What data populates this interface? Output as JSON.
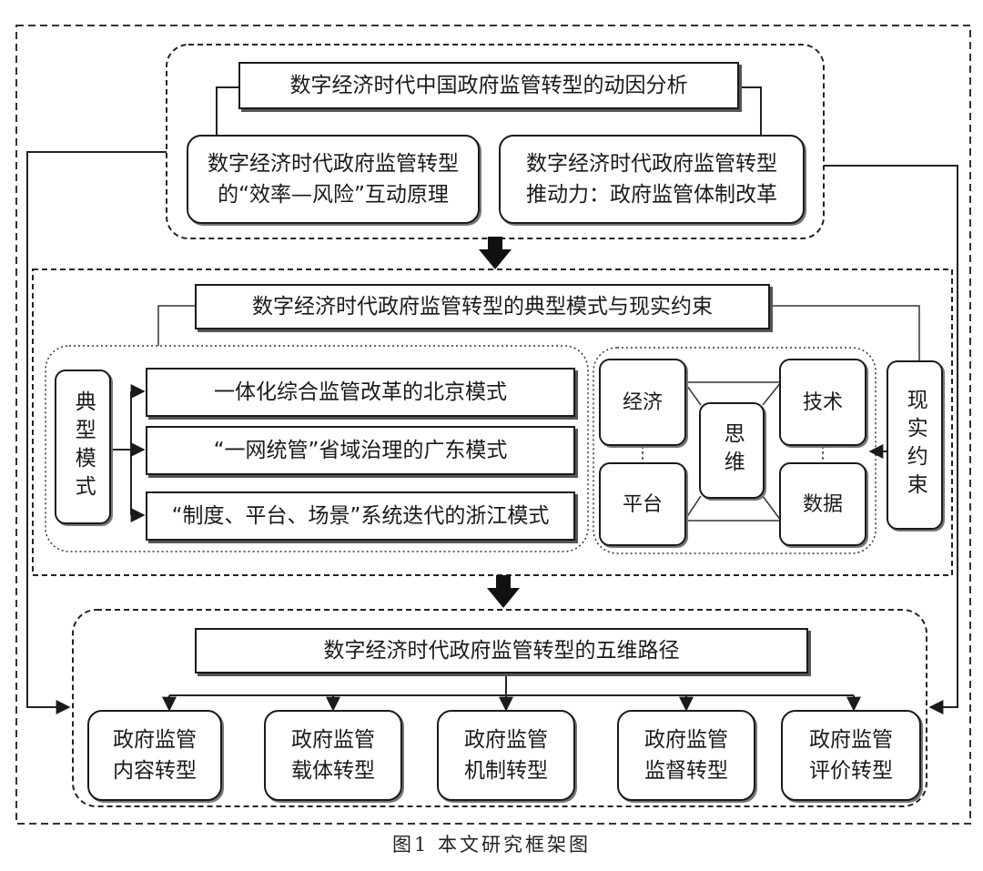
{
  "section1": {
    "title": "数字经济时代中国政府监管转型的动因分析",
    "left_box": "数字经济时代政府监管转型\n的“效率—风险”互动原理",
    "right_box": "数字经济时代政府监管转型\n推动力：政府监管体制改革"
  },
  "section2": {
    "title": "数字经济时代政府监管转型的典型模式与现实约束",
    "modes_label": "典型模式",
    "modes": [
      "一体化综合监管改革的北京模式",
      "“一网统管”省域治理的广东模式",
      "“制度、平台、场景”系统迭代的浙江模式"
    ],
    "center": "思维",
    "corners": [
      "经济",
      "技术",
      "平台",
      "数据"
    ],
    "constraint_label": "现实约束"
  },
  "section3": {
    "title": "数字经济时代政府监管转型的五维路径",
    "paths": [
      "政府监管\n内容转型",
      "政府监管\n载体转型",
      "政府监管\n机制转型",
      "政府监管\n监督转型",
      "政府监管\n评价转型"
    ]
  },
  "caption": "图1  本文研究框架图"
}
